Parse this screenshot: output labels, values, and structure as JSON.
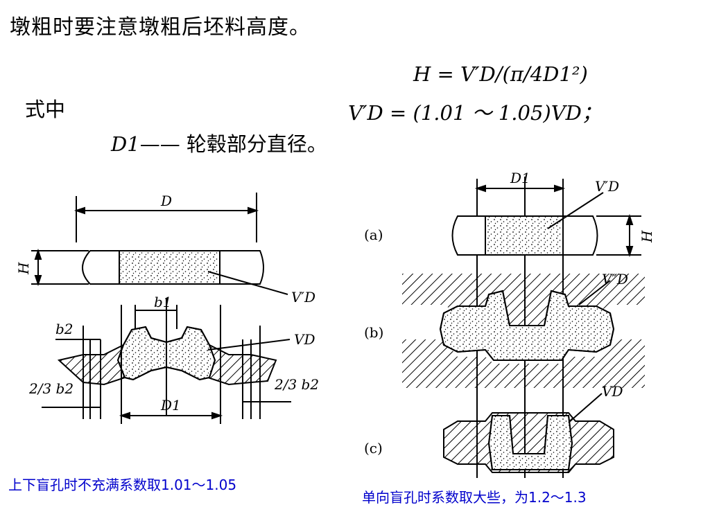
{
  "slide": {
    "title": "墩粗时要注意墩粗后坯料高度。",
    "equation_h": "H = V′D/(π/4D1²)",
    "shizhong": "式中",
    "equation_vd": "V′D = (1.01 ～ 1.05)VD；",
    "d1_symbol": "D1",
    "d1_dash": "——",
    "d1_definition": "轮毂部分直径。",
    "caption_left": "上下盲孔时不充满系数取1.01～1.05",
    "caption_right": "单向盲孔时系数取大些，为1.2～1.3"
  },
  "figure_left": {
    "label_D": "D",
    "label_H": "H",
    "label_b1": "b1",
    "label_b2": "b2",
    "label_VpD": "V′D",
    "label_VD": "VD",
    "label_D1": "D1",
    "label_frac_left": "2/3 b2",
    "label_frac_right": "2/3 b2"
  },
  "figure_right": {
    "label_a": "(a)",
    "label_b": "(b)",
    "label_c": "(c)",
    "label_D1": "D1",
    "label_VpD": "V′D",
    "label_VppD": "V″D",
    "label_VD": "VD",
    "label_H": "H"
  },
  "colors": {
    "caption": "#0000cc",
    "ink": "#000000"
  }
}
